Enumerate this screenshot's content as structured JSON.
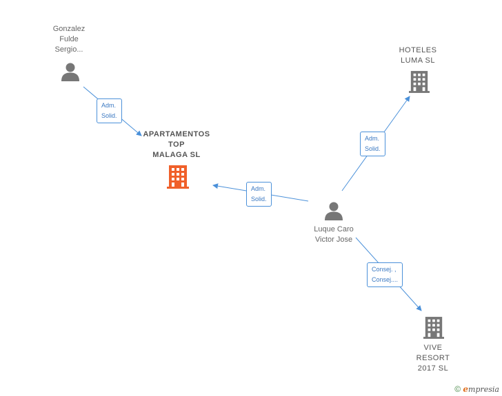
{
  "nodes": {
    "gonzalez": {
      "lines": [
        "Gonzalez",
        "Fulde",
        "Sergio..."
      ],
      "type": "person"
    },
    "apartamentos": {
      "lines": [
        "APARTAMENTOS",
        "TOP",
        "MALAGA  SL"
      ],
      "type": "company",
      "highlight": true
    },
    "hoteles": {
      "lines": [
        "HOTELES",
        "LUMA  SL"
      ],
      "type": "company"
    },
    "luque": {
      "lines": [
        "Luque Caro",
        "Victor Jose"
      ],
      "type": "person"
    },
    "vive": {
      "lines": [
        "VIVE",
        "RESORT",
        "2017  SL"
      ],
      "type": "company"
    }
  },
  "edges": [
    {
      "lines": [
        "Adm.",
        "Solid."
      ]
    },
    {
      "lines": [
        "Adm.",
        "Solid."
      ]
    },
    {
      "lines": [
        "Adm.",
        "Solid."
      ]
    },
    {
      "lines": [
        "Consej. ,",
        "Consej...."
      ]
    }
  ],
  "colors": {
    "edge": "#4a90d9",
    "highlight_company": "#f0602a",
    "company": "#777777",
    "person": "#777777"
  },
  "icons": {
    "person": "person-icon",
    "company": "building-icon"
  },
  "footer": {
    "copyright": "©",
    "brand_initial": "e",
    "brand_rest": "mpresia"
  }
}
